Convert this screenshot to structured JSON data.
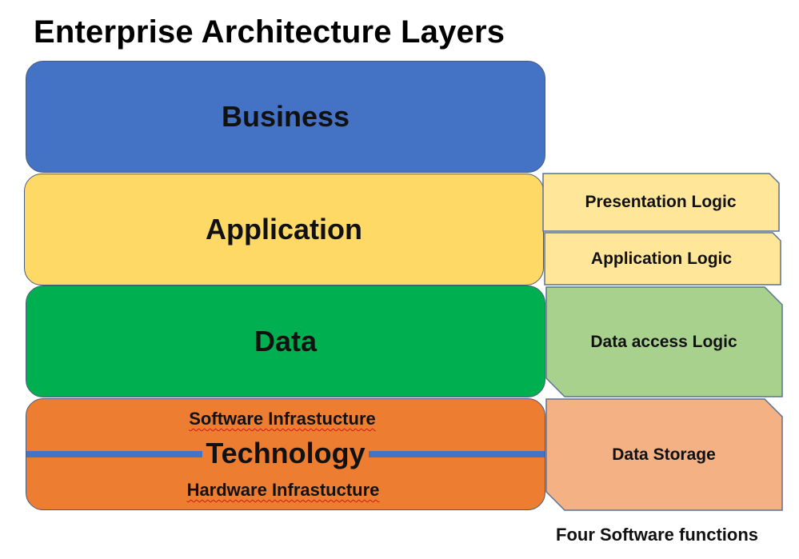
{
  "title": "Enterprise Architecture Layers",
  "layers": {
    "business": {
      "label": "Business",
      "color": "#4472c4"
    },
    "application": {
      "label": "Application",
      "color": "#ffd966"
    },
    "data": {
      "label": "Data",
      "color": "#00b050"
    },
    "technology": {
      "label": "Technology",
      "color": "#ed7d31",
      "software": "Software Infrastucture",
      "hardware": "Hardware Infrastucture",
      "divider_color": "#4472c4"
    }
  },
  "functions": {
    "presentation": {
      "label": "Presentation Logic",
      "color": "#ffe699"
    },
    "application": {
      "label": "Application Logic",
      "color": "#ffe699"
    },
    "data_access": {
      "label": "Data access Logic",
      "color": "#a9d18e"
    },
    "data_storage": {
      "label": "Data Storage",
      "color": "#f4b183"
    }
  },
  "caption": "Four Software functions"
}
